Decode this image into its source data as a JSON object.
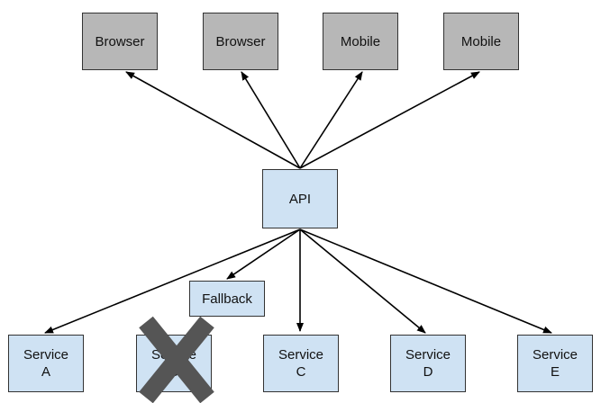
{
  "clients": [
    {
      "label": "Browser"
    },
    {
      "label": "Browser"
    },
    {
      "label": "Mobile"
    },
    {
      "label": "Mobile"
    }
  ],
  "api": {
    "label": "API"
  },
  "fallback": {
    "label": "Fallback"
  },
  "services": [
    {
      "line1": "Service",
      "line2": "A",
      "failed": false
    },
    {
      "line1": "Service",
      "line2": "B",
      "failed": true
    },
    {
      "line1": "Service",
      "line2": "C",
      "failed": false
    },
    {
      "line1": "Service",
      "line2": "D",
      "failed": false
    },
    {
      "line1": "Service",
      "line2": "E",
      "failed": false
    }
  ],
  "colors": {
    "client_fill": "#b7b7b7",
    "service_fill": "#cfe2f3",
    "failure_mark": "#555555",
    "edge": "#000000"
  }
}
